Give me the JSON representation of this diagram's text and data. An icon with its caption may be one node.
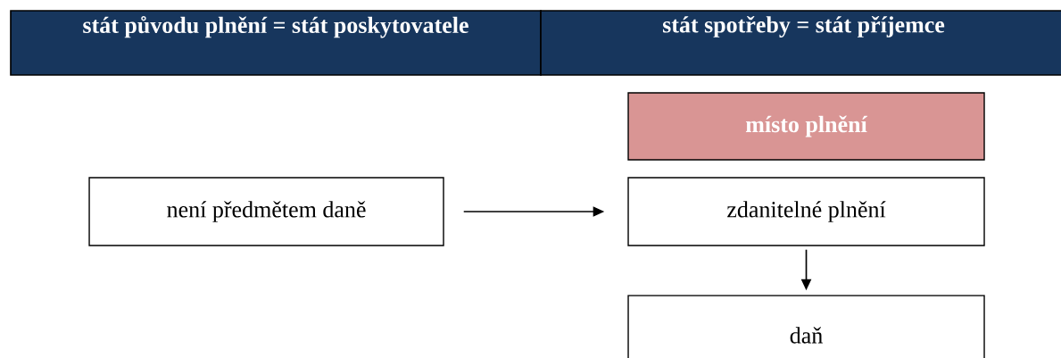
{
  "diagram": {
    "nodes": [
      {
        "text": [
          "stát původu plnění = stát poskytovatele"
        ]
      },
      {
        "text": [
          "stát spotřeby = stát příjemce"
        ]
      },
      {
        "text": [
          "místo plnění"
        ]
      },
      {
        "text": [
          "není předmětem daně"
        ]
      },
      {
        "text": [
          "zdanitelné plnění"
        ]
      },
      {
        "text": [
          "daň"
        ]
      }
    ],
    "edges": [
      {
        "from": 3,
        "to": 4,
        "arrow": "to"
      },
      {
        "from": 4,
        "to": 5,
        "arrow": "to"
      }
    ]
  }
}
